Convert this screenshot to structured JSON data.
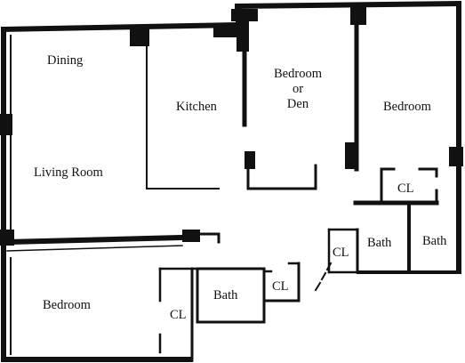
{
  "floor_plan": {
    "rooms": {
      "dining": "Dining",
      "living_room": "Living Room",
      "kitchen": "Kitchen",
      "bedroom_or_den": [
        "Bedroom",
        "or",
        "Den"
      ],
      "bedroom_east": "Bedroom",
      "bedroom_southwest": "Bedroom",
      "bath_south": "Bath",
      "bath_east_left": "Bath",
      "bath_east_right": "Bath"
    },
    "closets": {
      "cl_southwest": "CL",
      "cl_south": "CL",
      "cl_center": "CL",
      "cl_east": "CL"
    },
    "colors": {
      "wall": "#111111",
      "background": "#ffffff"
    }
  }
}
